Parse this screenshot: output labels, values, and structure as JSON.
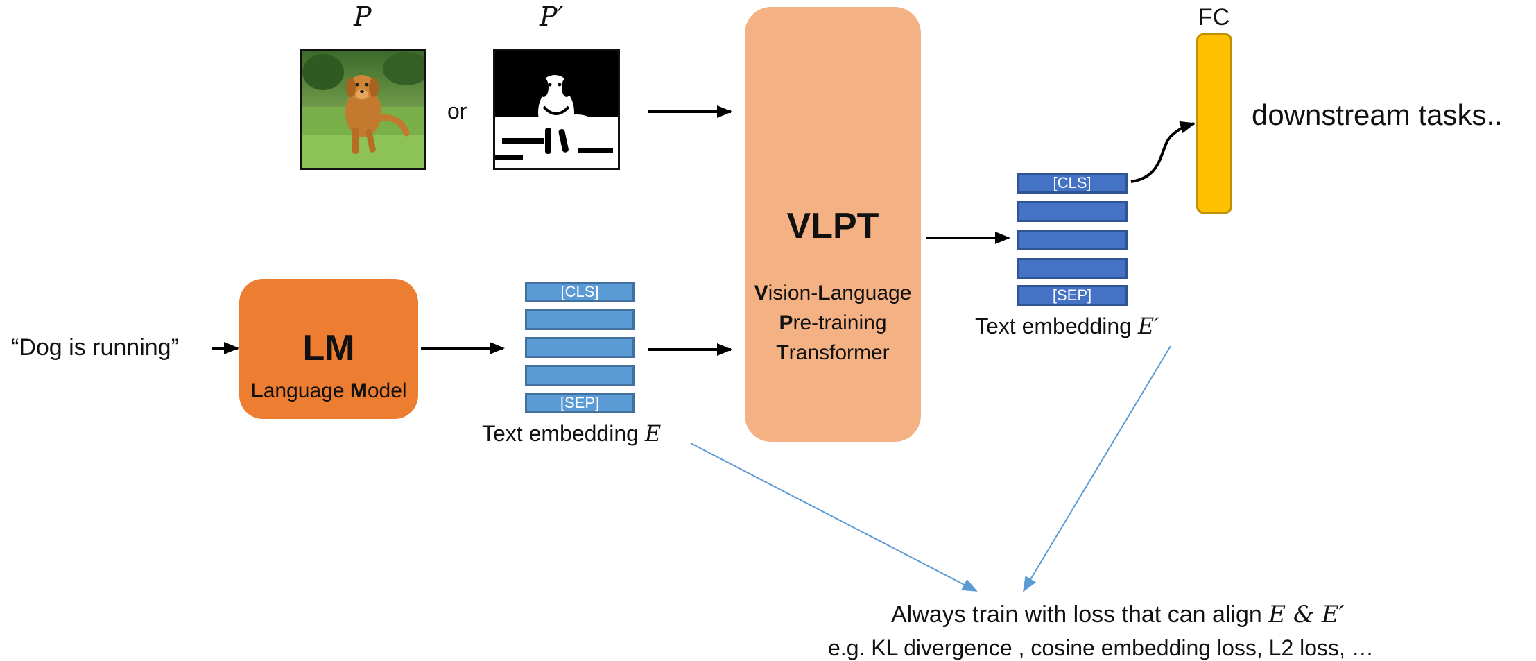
{
  "images": {
    "p_label": "P",
    "p_prime_label": "P′",
    "or_text": "or"
  },
  "input_text": "“Dog is running”",
  "lm": {
    "title": "LM",
    "subtitle_b1": "L",
    "subtitle_r1": "anguage ",
    "subtitle_b2": "M",
    "subtitle_r2": "odel",
    "color": "#ed7d31"
  },
  "text_embedding": {
    "tokens": [
      "[CLS]",
      "",
      "",
      "",
      "[SEP]"
    ],
    "caption_text": "Text embedding ",
    "caption_symbol": "E",
    "color": "#5b9bd5"
  },
  "vlpt": {
    "title": "VLPT",
    "line1_b": "V",
    "line1_a": "ision-",
    "line1_b2": "L",
    "line1_c": "anguage",
    "line2_b": "P",
    "line2_a": "re-training",
    "line3_b": "T",
    "line3_a": "ransformer",
    "color": "#f4b183"
  },
  "text_embedding_prime": {
    "tokens": [
      "[CLS]",
      "",
      "",
      "",
      "[SEP]"
    ],
    "caption_text": "Text embedding ",
    "caption_symbol": "E′",
    "color": "#4472c4"
  },
  "fc": {
    "label": "FC",
    "color": "#ffc000"
  },
  "downstream_text": "downstream tasks..",
  "loss": {
    "line1_text": "Always train with loss that can align ",
    "line1_symbols": "E & E′",
    "line2_text": "e.g. KL divergence , cosine embedding loss, L2 loss, …"
  },
  "colors": {
    "arrow": "#000000",
    "loss_arrow": "#5b9bd5"
  }
}
